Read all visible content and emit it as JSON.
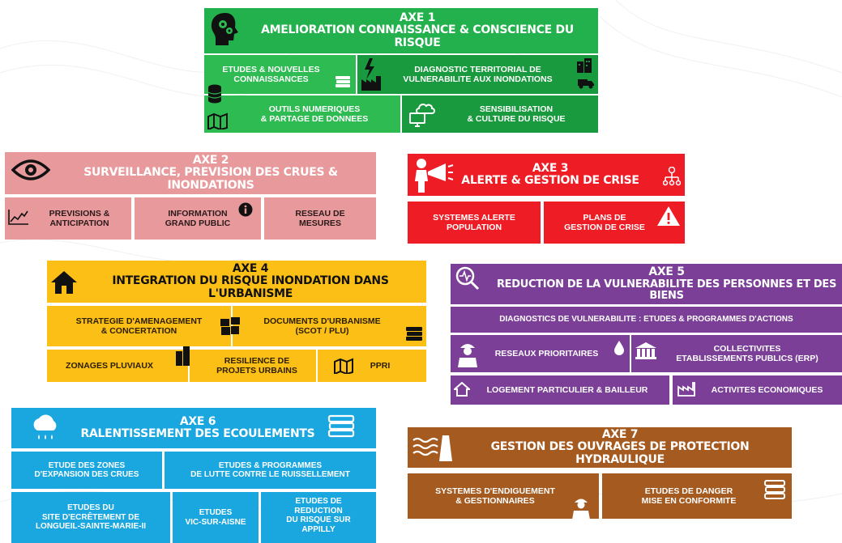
{
  "axe1": {
    "title": "AXE 1",
    "subtitle": "AMELIORATION CONNAISSANCE & CONSCIENCE DU RISQUE",
    "items": [
      "ETUDES & NOUVELLES\nCONNAISSANCES",
      "DIAGNOSTIC TERRITORIAL DE\nVULNERABILITE AUX INONDATIONS",
      "OUTILS NUMERIQUES\n& PARTAGE DE DONNEES",
      "SENSIBILISATION\n& CULTURE DU RISQUE"
    ]
  },
  "axe2": {
    "title": "AXE 2",
    "subtitle": "SURVEILLANCE, PREVISION DES CRUES & INONDATIONS",
    "items": [
      "PREVISIONS &\nANTICIPATION",
      "INFORMATION\nGRAND PUBLIC",
      "RESEAU DE\nMESURES"
    ]
  },
  "axe3": {
    "title": "AXE 3",
    "subtitle": "ALERTE & GESTION DE CRISE",
    "items": [
      "SYSTEMES ALERTE\nPOPULATION",
      "PLANS DE\nGESTION DE CRISE"
    ]
  },
  "axe4": {
    "title": "AXE 4",
    "subtitle": "INTEGRATION DU RISQUE INONDATION DANS L'URBANISME",
    "items": [
      "STRATEGIE D'AMENAGEMENT\n& CONCERTATION",
      "DOCUMENTS D'URBANISME\n(SCOT / PLU)",
      "ZONAGES PLUVIAUX",
      "RESILIENCE DE\nPROJETS URBAINS",
      "PPRI"
    ]
  },
  "axe5": {
    "title": "AXE 5",
    "subtitle": "REDUCTION DE LA VULNERABILITE DES PERSONNES ET DES BIENS",
    "items": [
      "DIAGNOSTICS DE VULNERABILITE : ETUDES & PROGRAMMES D'ACTIONS",
      "RESEAUX PRIORITAIRES",
      "COLLECTIVITES\nETABLISSEMENTS PUBLICS (ERP)",
      "LOGEMENT PARTICULIER & BAILLEUR",
      "ACTIVITES ECONOMIQUES"
    ]
  },
  "axe6": {
    "title": "AXE 6",
    "subtitle": "RALENTISSEMENT DES ECOULEMENTS",
    "items": [
      "ETUDE DES ZONES\nD'EXPANSION DES CRUES",
      "ETUDES & PROGRAMMES\nDE LUTTE CONTRE LE RUISSELLEMENT",
      "ETUDES DU\nSITE D'ECRÊTEMENT DE\nLONGUEIL-SAINTE-MARIE-II",
      "ETUDES\nVIC-SUR-AISNE",
      "ETUDES DE\nREDUCTION\nDU RISQUE SUR\nAPPILLY"
    ]
  },
  "axe7": {
    "title": "AXE 7",
    "subtitle": "GESTION DES OUVRAGES DE PROTECTION HYDRAULIQUE",
    "items": [
      "SYSTEMES D'ENDIGUEMENT\n& GESTIONNAIRES",
      "ETUDES DE DANGER\nMISE EN CONFORMITE"
    ]
  },
  "colors": {
    "axe1_header": "#22b14c",
    "axe1_light": "#2dbb52",
    "axe1_dark": "#1a9a3e",
    "axe2_header": "#e8999c",
    "axe2_item": "#e8999c",
    "axe3": "#ee1c25",
    "axe4": "#fbbf16",
    "axe5": "#7b3f98",
    "axe6": "#1aa7e0",
    "axe7": "#a55a20"
  }
}
